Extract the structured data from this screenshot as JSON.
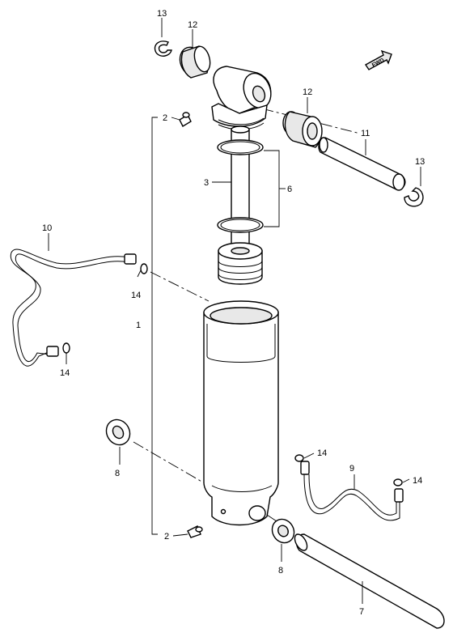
{
  "fwd_label": "FWD",
  "callouts": {
    "c1": "1",
    "c2a": "2",
    "c2b": "2",
    "c3": "3",
    "c6": "6",
    "c7": "7",
    "c8a": "8",
    "c8b": "8",
    "c9": "9",
    "c10": "10",
    "c11": "11",
    "c12a": "12",
    "c12b": "12",
    "c13a": "13",
    "c13b": "13",
    "c14a": "14",
    "c14b": "14",
    "c14c": "14",
    "c14d": "14"
  }
}
